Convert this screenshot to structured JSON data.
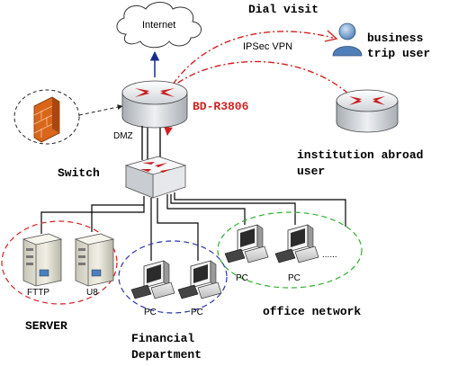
{
  "labels": {
    "internet": "Internet",
    "dial_visit": "Dial visit",
    "ipsec_vpn": "IPSec VPN",
    "business_trip_user_l1": "business",
    "business_trip_user_l2": "trip user",
    "router_model": "BD-R3806",
    "dmz": "DMZ",
    "switch": "Switch",
    "institution_l1": "institution abroad",
    "institution_l2": "user",
    "ftp": "FTTP",
    "u8": "U8",
    "server": "SERVER",
    "pc_fin_1": "PC",
    "pc_fin_2": "PC",
    "financial_l1": "Financial",
    "financial_l2": "Department",
    "pc_off_1": "PC",
    "pc_off_2": "PC",
    "ellipsis": "......",
    "office_network": "office network"
  },
  "colors": {
    "vpn_line": "#d32020",
    "uplink_arrow": "#1a2c8a",
    "server_group": "#d32020",
    "financial_group": "#2a36a8",
    "office_group": "#2fae2f",
    "router_accent": "#c62020"
  },
  "icons": [
    "cloud-icon",
    "firewall-icon",
    "router-icon",
    "switch-icon",
    "user-icon",
    "server-icon",
    "pc-icon"
  ]
}
